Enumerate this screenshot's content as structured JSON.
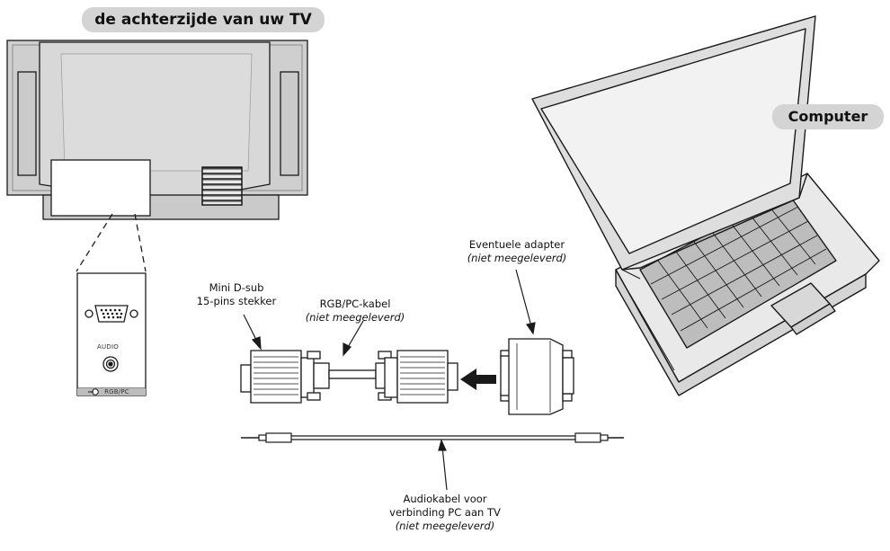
{
  "labels": {
    "tv_back": "de achterzijde van uw TV",
    "computer": "Computer",
    "mini_dsub_line1": "Mini D-sub",
    "mini_dsub_line2": "15-pins stekker",
    "rgb_cable": "RGB/PC-kabel",
    "rgb_cable_note": "(niet meegeleverd)",
    "adapter": "Eventuele adapter",
    "adapter_note": "(niet meegeleverd)",
    "audio_line1": "Audiokabel voor",
    "audio_line2": "verbinding PC aan TV",
    "audio_note": "(niet meegeleverd)",
    "panel_audio": "AUDIO",
    "panel_rgbpc": "RGB/PC"
  },
  "icons": {
    "tv": "tv-rear-icon",
    "laptop": "laptop-icon",
    "vga": "vga-connector-icon",
    "adapter": "adapter-icon",
    "arrow": "arrow-left-icon",
    "audio_cable": "audio-cable-icon"
  },
  "colors": {
    "pill_bg": "#d4d4d4",
    "tv_body": "#cfcfcf",
    "tv_frame": "#e4e4e4",
    "line": "#1a1a1a"
  }
}
